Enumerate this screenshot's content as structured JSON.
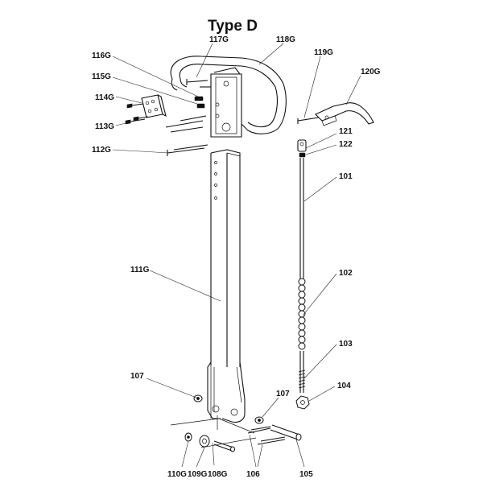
{
  "title": "Type D",
  "labels": {
    "p117G": "117G",
    "p118G": "118G",
    "p116G": "116G",
    "p115G": "115G",
    "p114G": "114G",
    "p113G": "113G",
    "p112G": "112G",
    "p119G": "119G",
    "p120G": "120G",
    "p121": "121",
    "p122": "122",
    "p101": "101",
    "p111G": "111G",
    "p102": "102",
    "p103": "103",
    "p107a": "107",
    "p104": "104",
    "p107b": "107",
    "p110G": "110G",
    "p109G": "109G",
    "p108G": "108G",
    "p106": "106",
    "p105": "105"
  }
}
